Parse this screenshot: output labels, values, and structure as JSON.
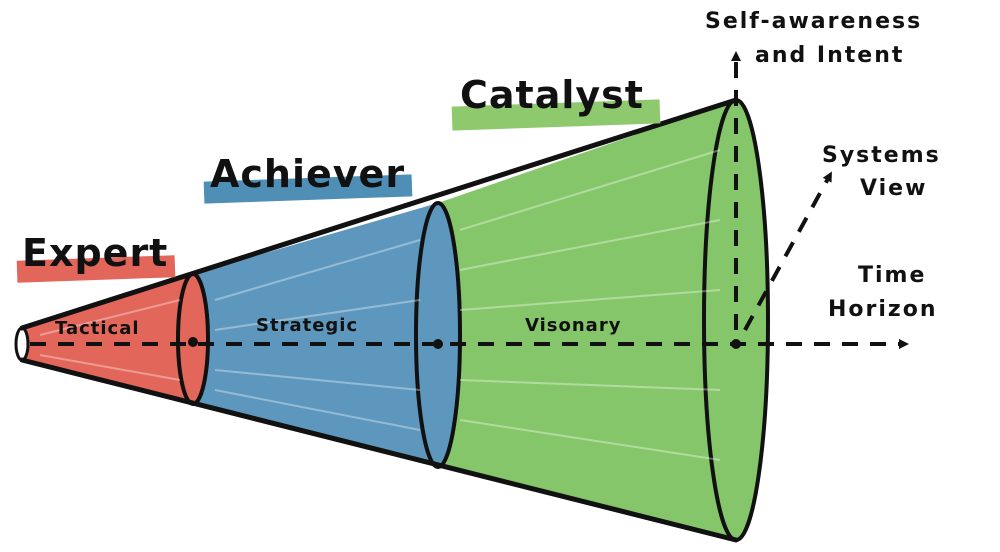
{
  "stages": [
    {
      "title": "Expert",
      "segment_label": "Tactical",
      "color": "#e2675a",
      "highlight": "#e2675a"
    },
    {
      "title": "Achiever",
      "segment_label": "Strategic",
      "color": "#5d97bd",
      "highlight": "#4f8fb6"
    },
    {
      "title": "Catalyst",
      "segment_label": "Visonary",
      "color": "#86c66a",
      "highlight": "#8ec96e"
    }
  ],
  "axes": {
    "time_horizon": [
      "Time",
      "Horizon"
    ],
    "systems_view": [
      "Systems",
      "View"
    ],
    "self_awareness": [
      "Self-awareness",
      "and Intent"
    ]
  },
  "colors": {
    "outline": "#111111",
    "background": "#ffffff"
  }
}
